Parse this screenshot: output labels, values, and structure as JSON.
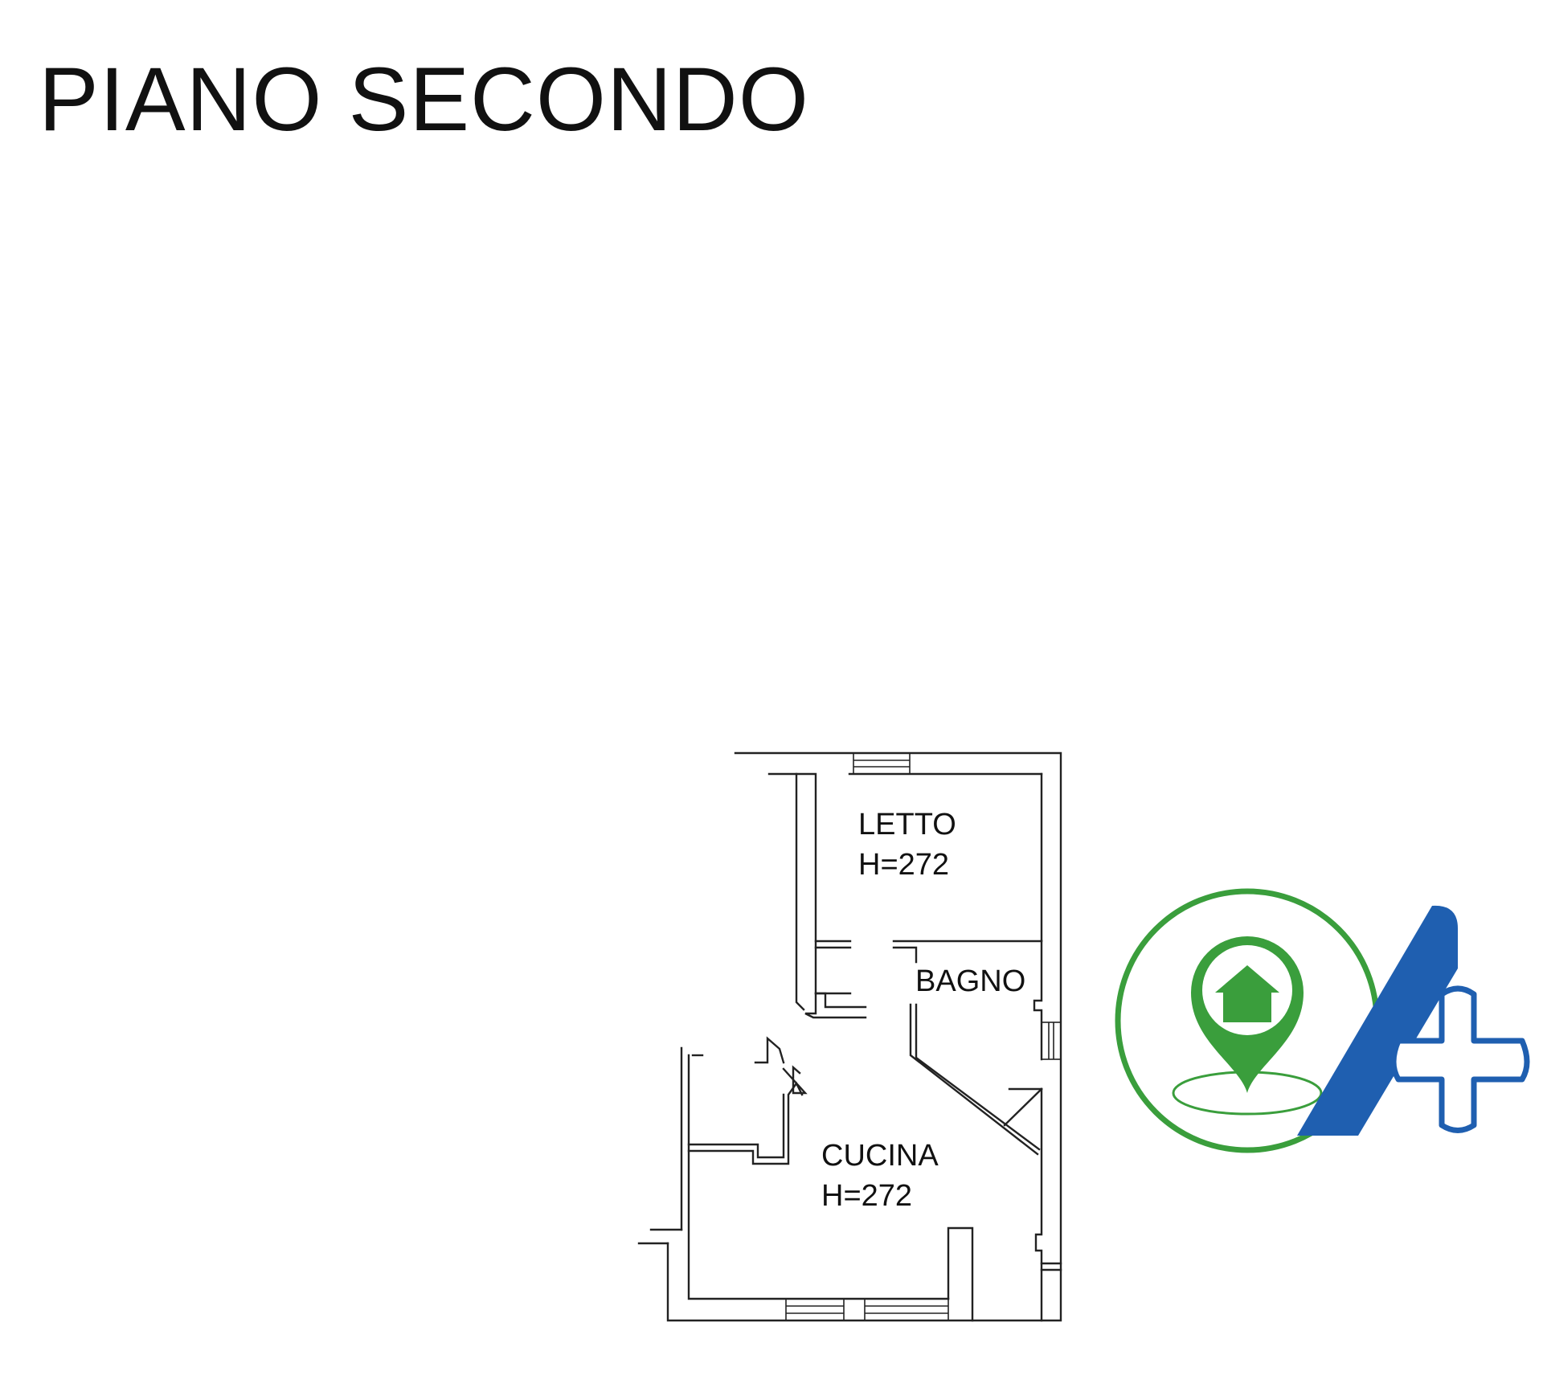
{
  "title": "PIANO SECONDO",
  "rooms": {
    "letto": {
      "name": "LETTO",
      "height": "H=272"
    },
    "bagno": {
      "name": "BAGNO"
    },
    "cucina": {
      "name": "CUCINA",
      "height": "H=272"
    }
  },
  "logo": {
    "icon": "house-location-pin-plus-logo",
    "colors": {
      "green": "#3a9e3c",
      "blue": "#1f5fb0"
    }
  }
}
